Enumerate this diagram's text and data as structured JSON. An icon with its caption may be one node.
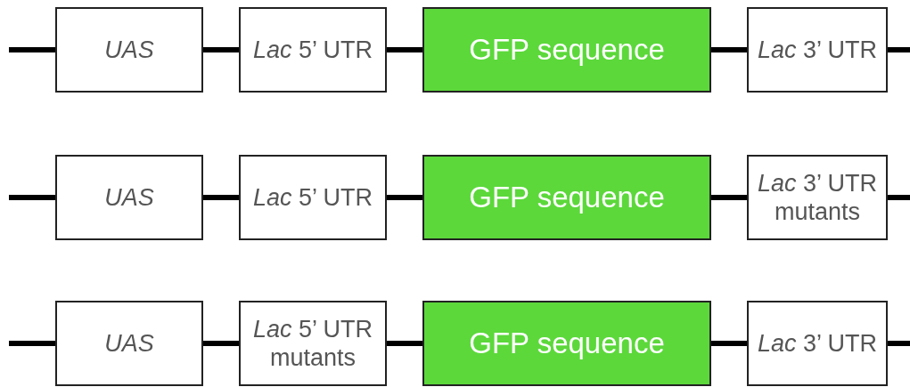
{
  "diagram": {
    "nodes": [
      {
        "text": [
          "UAS"
        ]
      },
      {
        "text": [
          "*Lac* 5’ UTR"
        ]
      },
      {
        "text": [
          "GFP sequence"
        ]
      },
      {
        "text": [
          "*Lac* 3’ UTR"
        ]
      },
      {
        "text": [
          "UAS"
        ]
      },
      {
        "text": [
          "*Lac* 5’ UTR"
        ]
      },
      {
        "text": [
          "GFP sequence"
        ]
      },
      {
        "text": [
          "*Lac* 3’ UTR mutants"
        ]
      },
      {
        "text": [
          "UAS"
        ]
      },
      {
        "text": [
          "*Lac* 5’ UTR mutants"
        ]
      },
      {
        "text": [
          "GFP sequence"
        ]
      },
      {
        "text": [
          "*Lac* 3’ UTR"
        ]
      }
    ],
    "edges": [
      {
        "from": null,
        "to": 0,
        "arrow": "none"
      },
      {
        "from": 0,
        "to": 1,
        "arrow": "none"
      },
      {
        "from": 1,
        "to": 2,
        "arrow": "none"
      },
      {
        "from": 2,
        "to": 3,
        "arrow": "none"
      },
      {
        "from": 3,
        "to": null,
        "arrow": "none"
      },
      {
        "from": null,
        "to": 4,
        "arrow": "none"
      },
      {
        "from": 4,
        "to": 5,
        "arrow": "none"
      },
      {
        "from": 5,
        "to": 6,
        "arrow": "none"
      },
      {
        "from": 6,
        "to": 7,
        "arrow": "none"
      },
      {
        "from": 7,
        "to": null,
        "arrow": "none"
      },
      {
        "from": null,
        "to": 8,
        "arrow": "none"
      },
      {
        "from": 8,
        "to": 9,
        "arrow": "none"
      },
      {
        "from": 9,
        "to": 10,
        "arrow": "none"
      },
      {
        "from": 10,
        "to": 11,
        "arrow": "none"
      },
      {
        "from": 11,
        "to": null,
        "arrow": "none"
      }
    ]
  }
}
